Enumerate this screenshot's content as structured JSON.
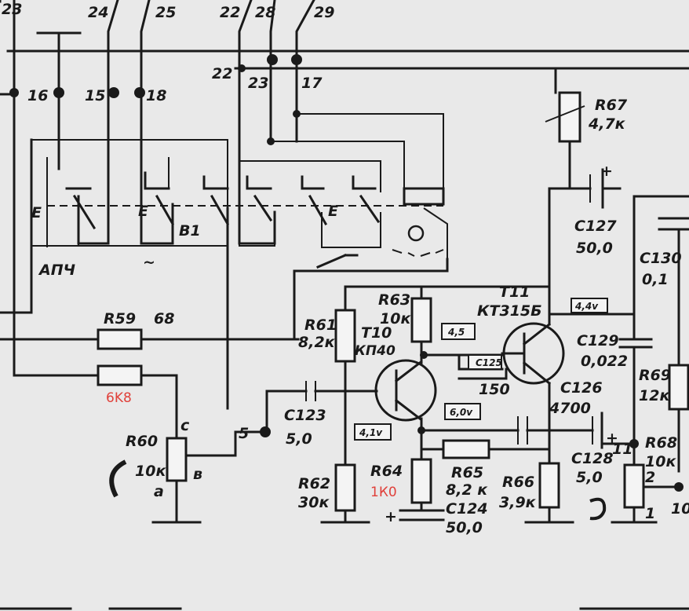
{
  "top_terminals": [
    "23",
    "24",
    "25",
    "22",
    "28",
    "29"
  ],
  "pin_labels": {
    "p16": "16",
    "p15": "15",
    "p18": "18",
    "p22": "22",
    "p23": "23",
    "p17": "17"
  },
  "switch_labels": {
    "e1": "E",
    "e2": "E",
    "e3": "E",
    "b1": "B1",
    "apch": "АПЧ",
    "tilde": "~"
  },
  "resistors": {
    "r59": {
      "name": "R59",
      "value": "68"
    },
    "r59b": {
      "value": "6K8"
    },
    "r60": {
      "name": "R60",
      "value": "10к"
    },
    "r61": {
      "name": "R61",
      "value": "8,2к"
    },
    "r62": {
      "name": "R62",
      "value": "30к"
    },
    "r63": {
      "name": "R63",
      "value": "10к"
    },
    "r64": {
      "name": "R64",
      "value": "1К0"
    },
    "r65": {
      "name": "R65",
      "value": "8,2 к"
    },
    "r66": {
      "name": "R66",
      "value": "3,9к"
    },
    "r67": {
      "name": "R67",
      "value": "4,7к"
    },
    "r68": {
      "name": "R68",
      "value": "10к"
    },
    "r69": {
      "name": "R69",
      "value": "12к"
    }
  },
  "capacitors": {
    "c123": {
      "name": "С123",
      "value": "5,0"
    },
    "c124": {
      "name": "С124",
      "value": "50,0"
    },
    "c125": {
      "name": "С125",
      "value": "150"
    },
    "c126": {
      "name": "С126",
      "value": "4700"
    },
    "c127": {
      "name": "С127",
      "value": "50,0"
    },
    "c128": {
      "name": "С128",
      "value": "5,0"
    },
    "c129": {
      "name": "С129",
      "value": "0,022"
    },
    "c130": {
      "name": "С130",
      "value": "0,1"
    }
  },
  "transistors": {
    "t10": {
      "name": "T10",
      "type": "КП40"
    },
    "t11": {
      "name": "T11",
      "type": "КТ315Б"
    }
  },
  "voltages": {
    "v1": "4,4v",
    "v2": "4,5",
    "v3": "6,0v",
    "v4": "4,1v"
  },
  "pot_pins": {
    "c": "с",
    "b": "в",
    "a": "а",
    "n5": "5",
    "n11": "11",
    "n2": "2",
    "n1": "1",
    "n10": "10"
  }
}
